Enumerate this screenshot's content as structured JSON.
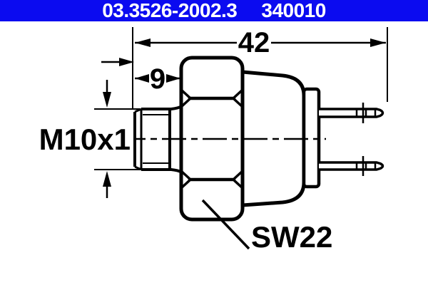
{
  "header": {
    "part_number": "03.3526-2002.3",
    "catalog_number": "340010",
    "bar_color": "#0b0bf0",
    "text_color": "#ffffff"
  },
  "drawing": {
    "type": "technical-dimension-drawing",
    "subject": "pressure-switch side view",
    "line_color": "#000000",
    "background_color": "#ffffff",
    "labels": {
      "overall_length": "42",
      "thread_length": "9",
      "thread_spec": "M10x1",
      "wrench_size": "SW22"
    }
  }
}
